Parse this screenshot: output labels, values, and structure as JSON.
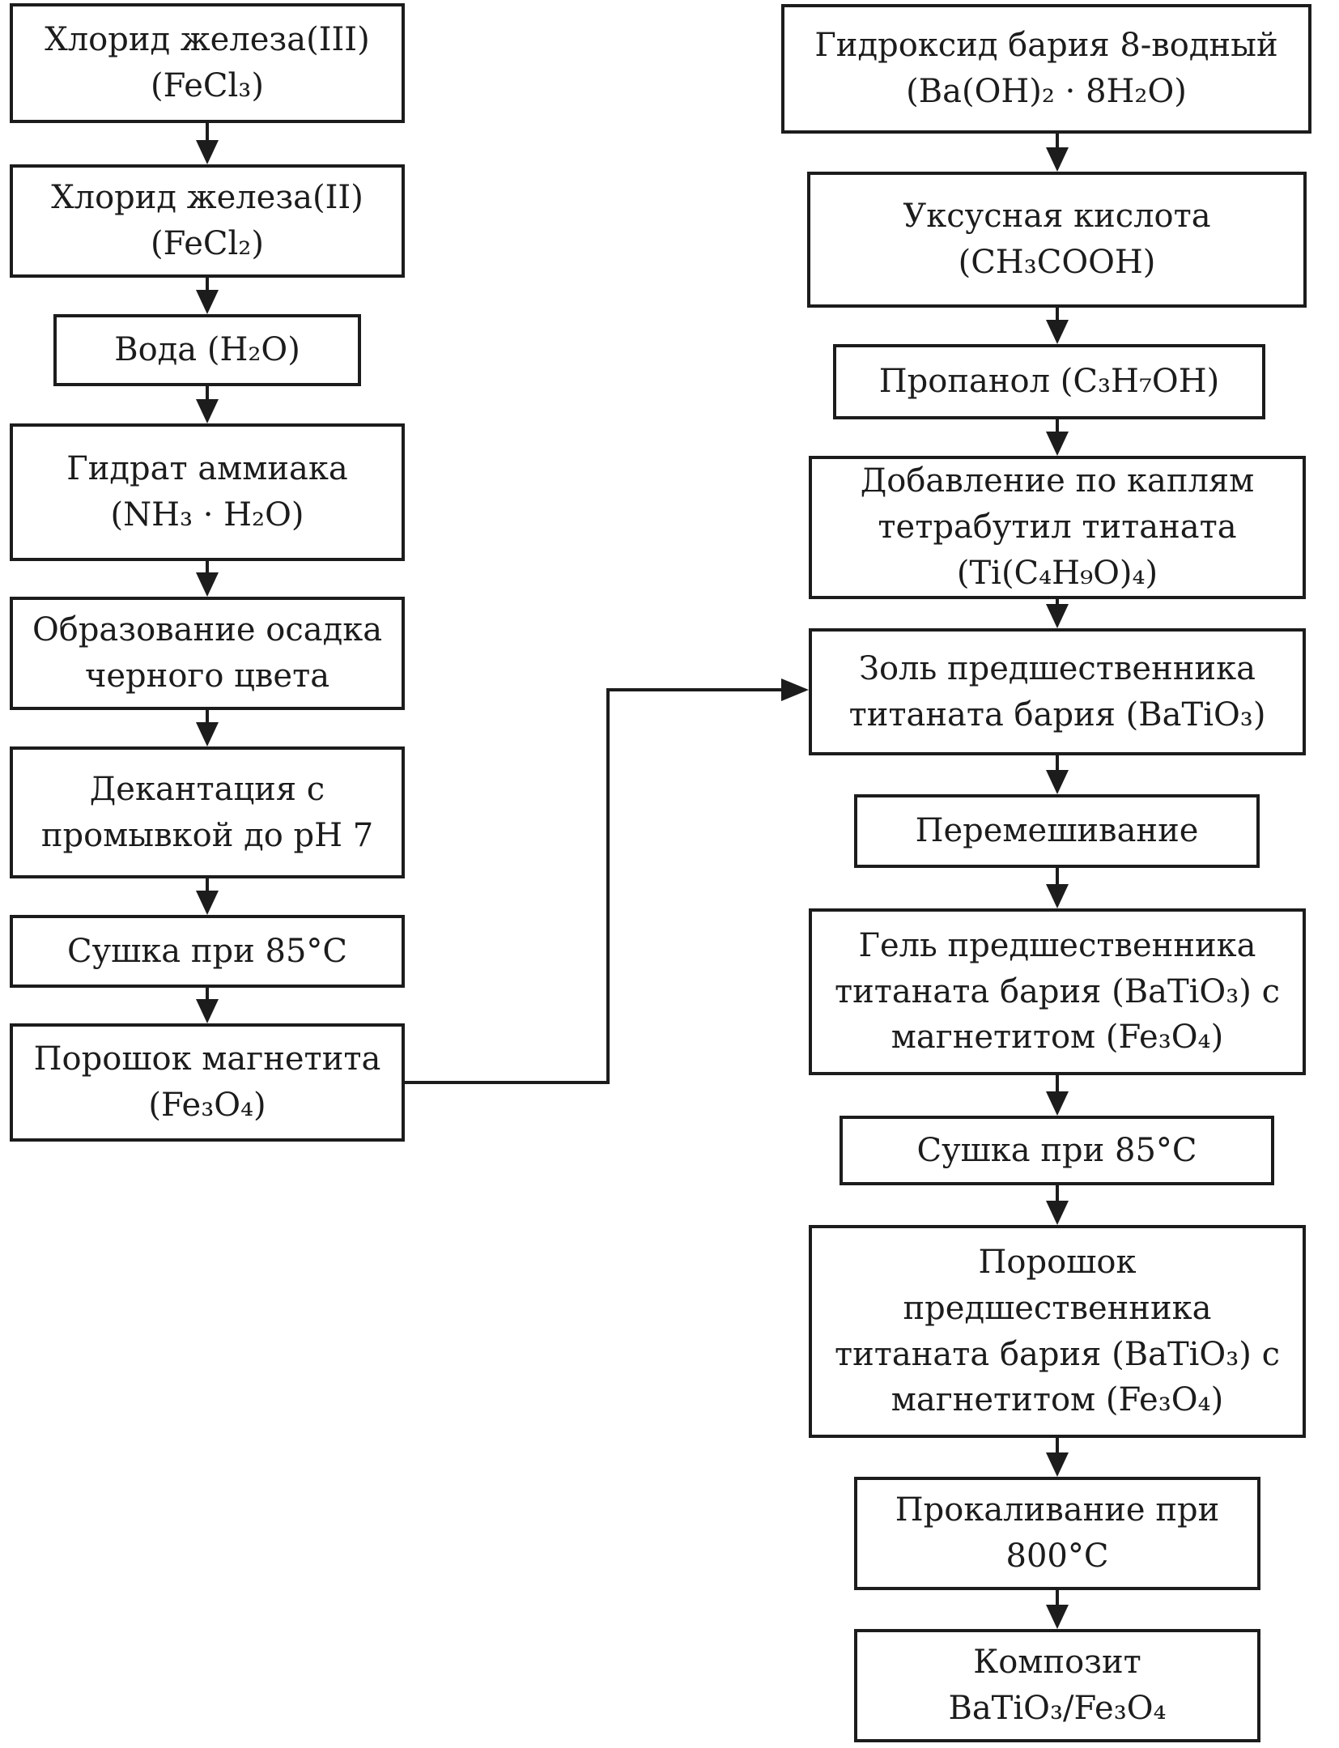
{
  "page": {
    "background": "#ffffff",
    "line_color": "#1c1c1c"
  },
  "flow": {
    "left": [
      {
        "name": "iron-iii-chloride",
        "lines": [
          "Хлорид железа(III)",
          "(FeCl₃)"
        ]
      },
      {
        "name": "iron-ii-chloride",
        "lines": [
          "Хлорид железа(II)",
          "(FeCl₂)"
        ]
      },
      {
        "name": "water",
        "lines": [
          "Вода (H₂O)"
        ]
      },
      {
        "name": "ammonia-hydrate",
        "lines": [
          "Гидрат аммиака",
          "(NH₃ · H₂O)"
        ]
      },
      {
        "name": "black-precipitate",
        "lines": [
          "Образование осадка",
          "черного цвета"
        ]
      },
      {
        "name": "decantation-ph7",
        "lines": [
          "Декантация с",
          "промывкой до pH 7"
        ]
      },
      {
        "name": "drying-85c",
        "lines": [
          "Сушка при 85°C"
        ]
      },
      {
        "name": "magnetite-powder",
        "lines": [
          "Порошок магнетита",
          "(Fe₃O₄)"
        ]
      }
    ],
    "right": [
      {
        "name": "barium-hydroxide-octahydrate",
        "lines": [
          "Гидроксид бария 8-водный",
          "(Ba(OH)₂ · 8H₂O)"
        ]
      },
      {
        "name": "acetic-acid",
        "lines": [
          "Уксусная кислота",
          "(CH₃COOH)"
        ]
      },
      {
        "name": "propanol",
        "lines": [
          "Пропанол (C₃H₇OH)"
        ]
      },
      {
        "name": "tetrabutyl-titanate-dropwise",
        "lines": [
          "Добавление по каплям",
          "тетрабутил титаната",
          "(Ti(C₄H₉O)₄)"
        ]
      },
      {
        "name": "batio3-precursor-sol",
        "lines": [
          "Золь предшественника",
          "титаната бария (BaTiO₃)"
        ]
      },
      {
        "name": "stirring",
        "lines": [
          "Перемешивание"
        ]
      },
      {
        "name": "batio3-precursor-gel",
        "lines": [
          "Гель предшественника",
          "титаната бария (BaTiO₃) с",
          "магнетитом (Fe₃O₄)"
        ]
      },
      {
        "name": "drying-85c-right",
        "lines": [
          "Сушка при 85°C"
        ]
      },
      {
        "name": "batio3-precursor-powder",
        "lines": [
          "Порошок",
          "предшественника",
          "титаната бария (BaTiO₃) с",
          "магнетитом (Fe₃O₄)"
        ]
      },
      {
        "name": "calcination-800c",
        "lines": [
          "Прокаливание при",
          "800°C"
        ]
      },
      {
        "name": "composite-batio3-fe3o4",
        "lines": [
          "Композит",
          "BaTiO₃/Fe₃O₄"
        ]
      }
    ]
  }
}
